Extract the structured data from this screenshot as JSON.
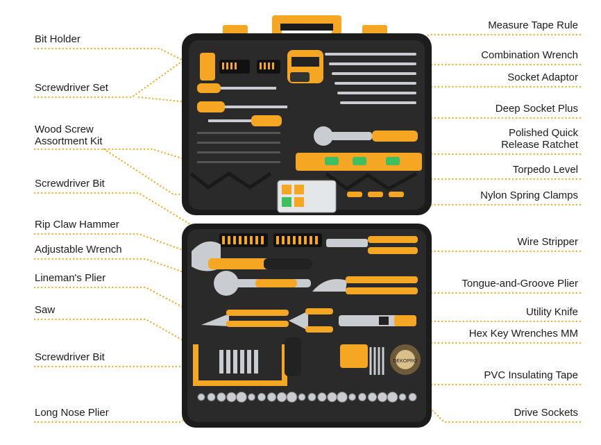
{
  "labels_left": [
    {
      "key": "bit-holder",
      "text": "Bit Holder"
    },
    {
      "key": "screwdriver-set",
      "text": "Screwdriver Set"
    },
    {
      "key": "wood-screw-assortment-kit",
      "text": "Wood Screw\nAssortment Kit"
    },
    {
      "key": "screwdriver-bit-top",
      "text": "Screwdriver Bit"
    },
    {
      "key": "rip-claw-hammer",
      "text": "Rip Claw Hammer"
    },
    {
      "key": "adjustable-wrench",
      "text": "Adjustable Wrench"
    },
    {
      "key": "linemans-plier",
      "text": "Lineman's Plier"
    },
    {
      "key": "saw",
      "text": "Saw"
    },
    {
      "key": "screwdriver-bit-bottom",
      "text": "Screwdriver Bit"
    },
    {
      "key": "long-nose-plier",
      "text": "Long Nose Plier"
    }
  ],
  "labels_right": [
    {
      "key": "measure-tape-rule",
      "text": "Measure Tape Rule"
    },
    {
      "key": "combination-wrench",
      "text": "Combination Wrench"
    },
    {
      "key": "socket-adaptor",
      "text": "Socket Adaptor"
    },
    {
      "key": "deep-socket-plus",
      "text": "Deep Socket Plus"
    },
    {
      "key": "polished-quick-release-ratchet",
      "text": "Polished Quick\nRelease Ratchet"
    },
    {
      "key": "torpedo-level",
      "text": "Torpedo Level"
    },
    {
      "key": "nylon-spring-clamps",
      "text": "Nylon Spring Clamps"
    },
    {
      "key": "wire-stripper",
      "text": "Wire Stripper"
    },
    {
      "key": "tongue-and-groove-plier",
      "text": "Tongue-and-Groove Plier"
    },
    {
      "key": "utility-knife",
      "text": "Utility Knife"
    },
    {
      "key": "hex-key-wrenches-mm",
      "text": "Hex Key Wrenches MM"
    },
    {
      "key": "pvc-insulating-tape",
      "text": "PVC Insulating Tape"
    },
    {
      "key": "drive-sockets",
      "text": "Drive Sockets"
    }
  ],
  "brand_text": "DEKOPRO",
  "colors": {
    "case": "#1c1c1c",
    "case_edge": "#2e2e2e",
    "accent": "#f5a623",
    "dots": "#f0b030",
    "chrome": "#c9ccd0"
  }
}
